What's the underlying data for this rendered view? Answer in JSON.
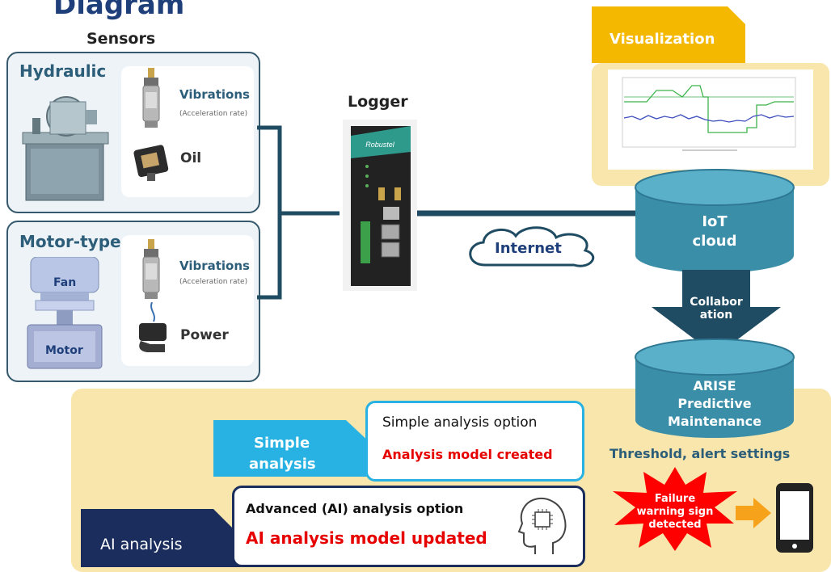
{
  "title": "Diagram",
  "sensors_heading": "Sensors",
  "hydraulic": {
    "title": "Hydraulic",
    "vibrations": "Vibrations",
    "vibrations_sub": "(Acceleration rate)",
    "oil": "Oil"
  },
  "motor": {
    "title": "Motor-type",
    "fan": "Fan",
    "motor": "Motor",
    "vibrations": "Vibrations",
    "vibrations_sub": "(Acceleration rate)",
    "power": "Power"
  },
  "logger": {
    "heading": "Logger",
    "brand": "Robustel"
  },
  "internet": "Internet",
  "visualization": "Visualization",
  "iot_cloud": [
    "IoT",
    "cloud"
  ],
  "collaboration": [
    "Collabor",
    "ation"
  ],
  "arise": [
    "ARISE",
    "Predictive",
    "Maintenance"
  ],
  "threshold": "Threshold, alert settings",
  "failure": [
    "Failure",
    "warning sign",
    "detected"
  ],
  "simple": {
    "tag": [
      "Simple",
      "analysis"
    ],
    "option": "Simple analysis option",
    "result": "Analysis model created"
  },
  "ai": {
    "tag": "AI analysis",
    "option": "Advanced (AI) analysis option",
    "result": "AI analysis model updated"
  },
  "colors": {
    "navy": "#1f3f7a",
    "teal": "#3a8ea8",
    "cyan": "#28b2e3",
    "orange": "#f5b800",
    "red": "#e60000",
    "panel": "#f8e6ac"
  }
}
